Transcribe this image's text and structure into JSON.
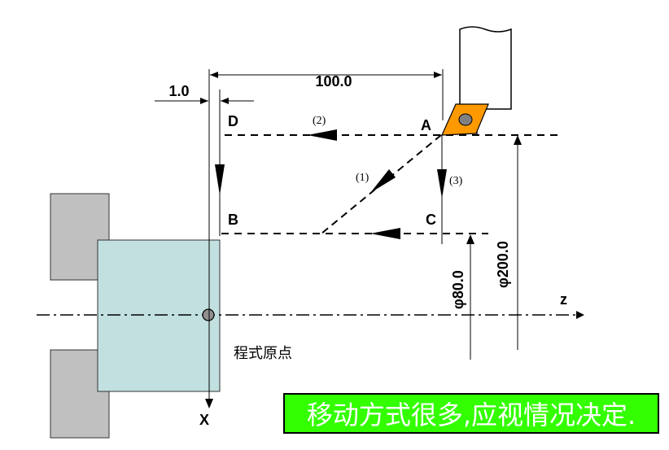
{
  "dimensions": {
    "top_width": "100.0",
    "offset": "1.0",
    "dia_small": "φ80.0",
    "dia_large": "φ200.0"
  },
  "points": {
    "a": "A",
    "b": "B",
    "c": "C",
    "d": "D"
  },
  "paths": {
    "p1": "(1)",
    "p2": "(2)",
    "p3": "(3)"
  },
  "axes": {
    "z": "z",
    "x": "X"
  },
  "origin_label": "程式原点",
  "note": "移动方式很多,应视情况决定.",
  "colors": {
    "chuck_jaw": "#c0c0c0",
    "workpiece": "#c2e0e0",
    "insert": "#ff9900",
    "note_bg": "#33ff00",
    "note_text": "#ffffff"
  }
}
